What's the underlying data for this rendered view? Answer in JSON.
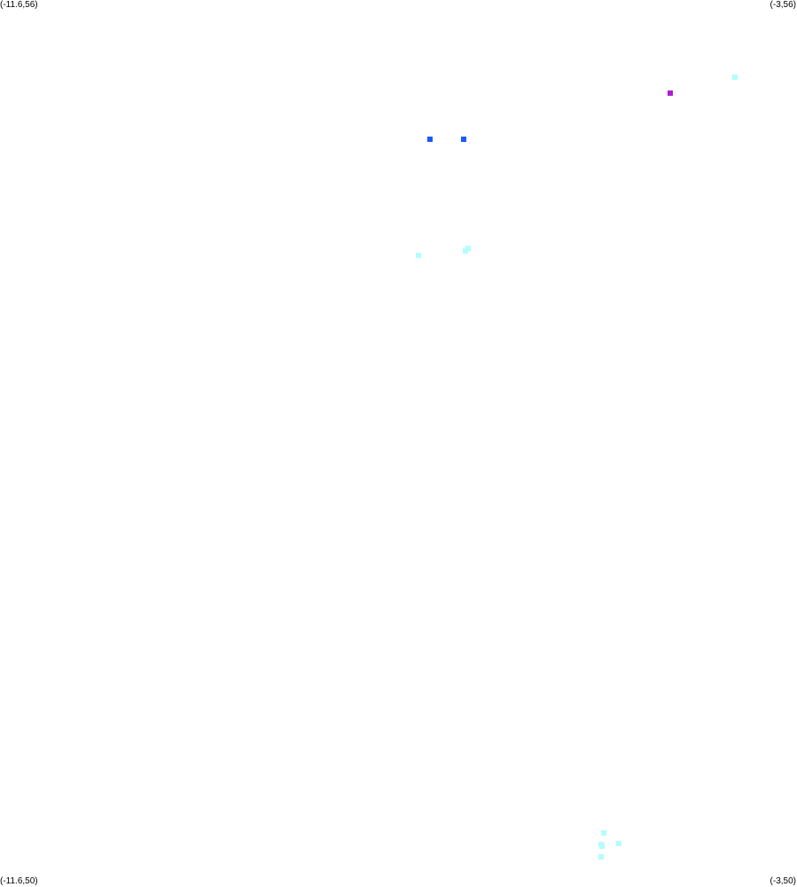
{
  "corners": {
    "top_left": "(-11.6,56)",
    "top_right": "(-3,56)",
    "bottom_left": "(-11.6,50)",
    "bottom_right": "(-3,50)"
  },
  "bounds": {
    "lon_min": -11.6,
    "lon_max": -3,
    "lat_min": 50,
    "lat_max": 56
  },
  "colors": {
    "cyan": "#b3fdff",
    "blue": "#1a5aff",
    "magenta": "#b01bd6"
  },
  "points": [
    {
      "lon": -3.67,
      "lat": 55.48,
      "color": "cyan"
    },
    {
      "lon": -4.37,
      "lat": 55.37,
      "color": "magenta"
    },
    {
      "lon": -6.96,
      "lat": 55.06,
      "color": "blue"
    },
    {
      "lon": -6.6,
      "lat": 55.06,
      "color": "blue"
    },
    {
      "lon": -6.58,
      "lat": 54.3,
      "color": "cyan"
    },
    {
      "lon": -6.55,
      "lat": 54.32,
      "color": "cyan"
    },
    {
      "lon": -7.08,
      "lat": 54.27,
      "color": "cyan"
    },
    {
      "lon": -5.09,
      "lat": 50.36,
      "color": "cyan"
    },
    {
      "lon": -5.11,
      "lat": 50.28,
      "color": "cyan"
    },
    {
      "lon": -5.1,
      "lat": 50.27,
      "color": "cyan"
    },
    {
      "lon": -4.92,
      "lat": 50.29,
      "color": "cyan"
    },
    {
      "lon": -5.11,
      "lat": 50.2,
      "color": "cyan"
    }
  ]
}
